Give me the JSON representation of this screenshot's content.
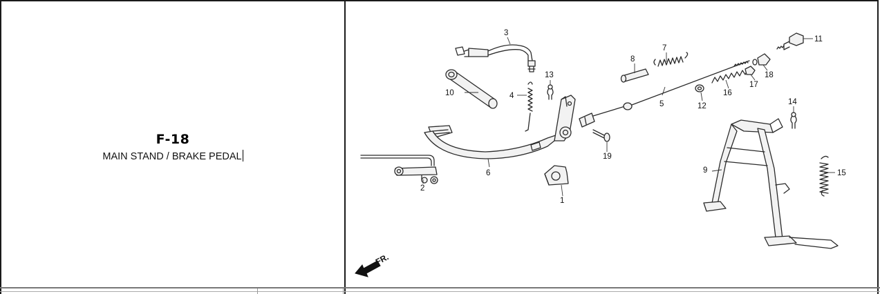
{
  "section": {
    "code": "F-18",
    "title": "MAIN STAND / BRAKE PEDAL"
  },
  "diagram": {
    "direction_label": "FR.",
    "callouts": [
      "1",
      "2",
      "3",
      "4",
      "5",
      "6",
      "7",
      "8",
      "9",
      "10",
      "11",
      "12",
      "13",
      "14",
      "15",
      "16",
      "17",
      "18",
      "19"
    ]
  }
}
